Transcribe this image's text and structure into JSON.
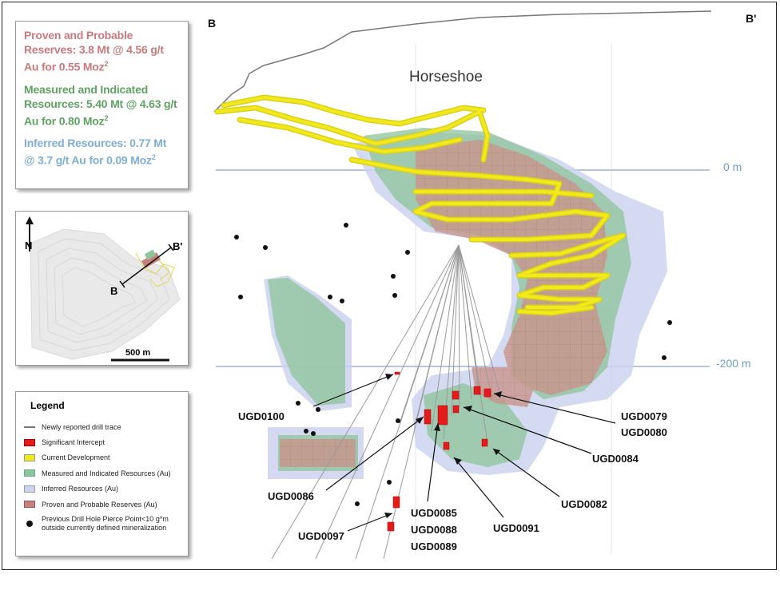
{
  "summary": {
    "proven_probable": "Proven and Probable Reserves: 3.8 Mt @ 4.56 g/t Au for 0.55 Moz",
    "measured_indicated": "Measured and Indicated Resources: 5.40 Mt @ 4.63 g/t Au for 0.80 Moz",
    "inferred": "Inferred Resources: 0.77 Mt @ 3.7 g/t Au for 0.09 Moz",
    "footnote_mark": "2"
  },
  "location_map": {
    "north": "N",
    "b_label": "B",
    "bprime_label": "B'",
    "scale": "500 m"
  },
  "legend": {
    "title": "Legend",
    "items": [
      "Newly reported drill trace",
      "Significant Intercept",
      "Current Development",
      "Measured and Indicated Resources (Au)",
      "Inferred Resources (Au)",
      "Proven and Probable Reserves (Au)",
      "Previous Drill Hole Pierce Point<10 g*m outside currently defined mineralization"
    ]
  },
  "section": {
    "b": "B",
    "bprime": "B'",
    "deposit": "Horseshoe",
    "elev_top": "0 m",
    "elev_bottom": "-200 m"
  },
  "drill_holes": {
    "ugd0100": "UGD0100",
    "ugd0086": "UGD0086",
    "ugd0097": "UGD0097",
    "ugd0085": "UGD0085",
    "ugd0088": "UGD0088",
    "ugd0089": "UGD0089",
    "ugd0091": "UGD0091",
    "ugd0082": "UGD0082",
    "ugd0084": "UGD0084",
    "ugd0079": "UGD0079",
    "ugd0080": "UGD0080"
  },
  "colors": {
    "proven_probable": "#c97a7c",
    "measured_indicated": "#5fa361",
    "inferred": "#7eaed6",
    "intercept": "#e21b1b",
    "development": "#f2e81c"
  }
}
